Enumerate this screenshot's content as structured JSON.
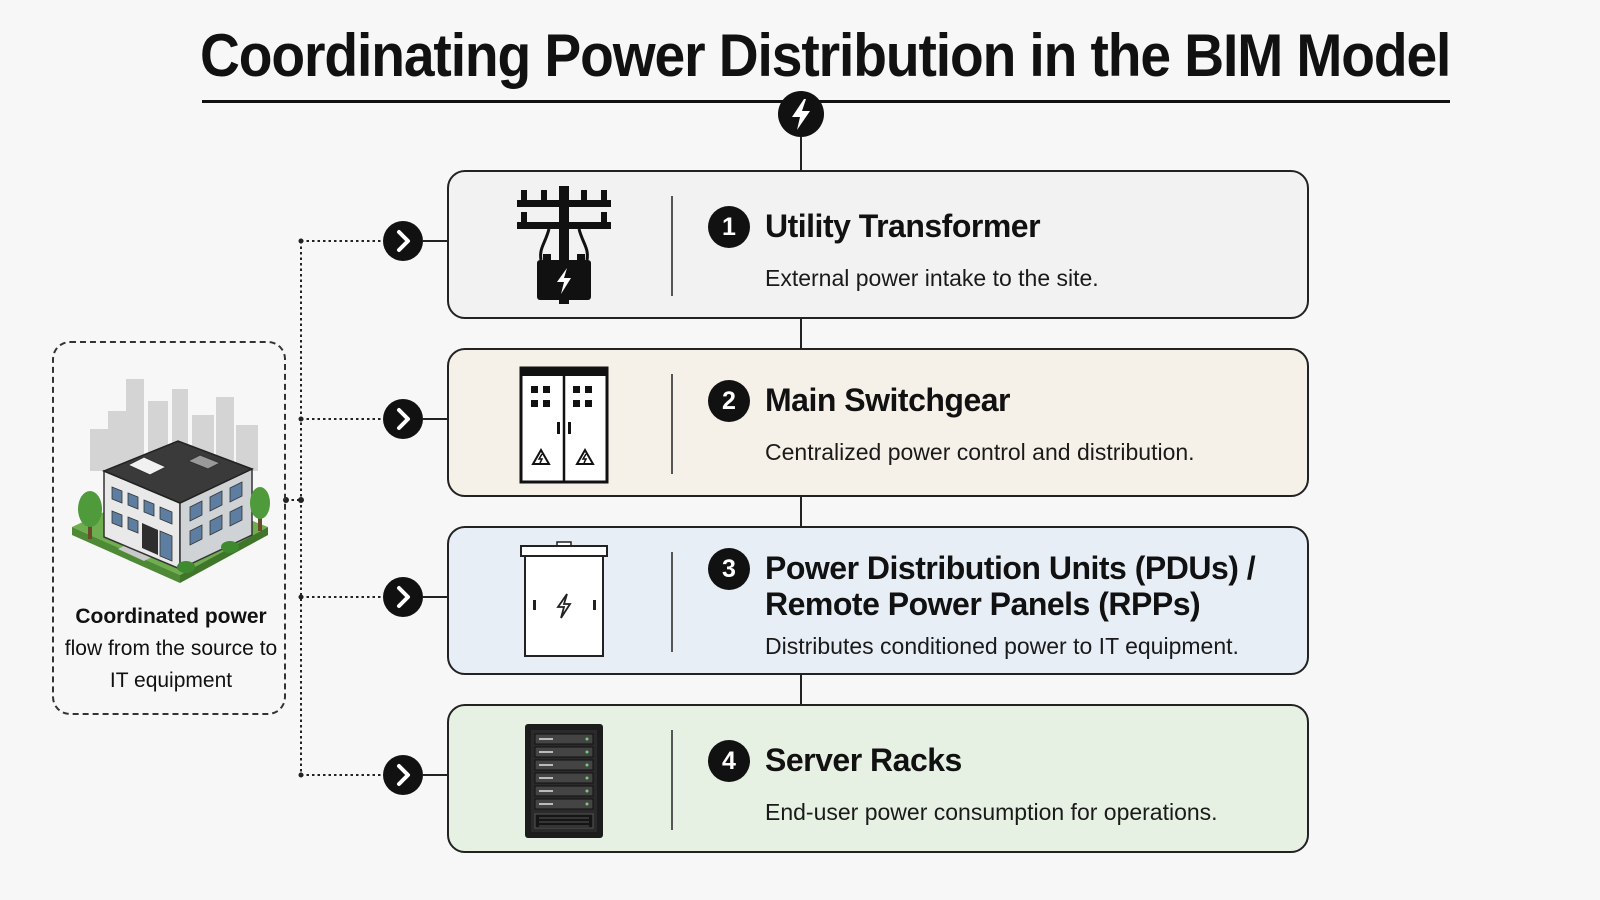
{
  "title": "Coordinating Power Distribution in the BIM Model",
  "summary": {
    "heading": "Coordinated power",
    "text": "flow from the source to IT equipment"
  },
  "steps": [
    {
      "number": "1",
      "title": "Utility Transformer",
      "description": "External power intake to the site.",
      "icon": "utility-pole-transformer-icon",
      "background": "#f2f2f2"
    },
    {
      "number": "2",
      "title": "Main Switchgear",
      "description": "Centralized power control and distribution.",
      "icon": "switchgear-cabinet-icon",
      "background": "#f6f1e8"
    },
    {
      "number": "3",
      "title": "Power Distribution Units (PDUs) / Remote Power Panels (RPPs)",
      "description": "Distributes conditioned power to IT equipment.",
      "icon": "distribution-panel-icon",
      "background": "#e7eef6"
    },
    {
      "number": "4",
      "title": "Server Racks",
      "description": "End-user power consumption for operations.",
      "icon": "server-rack-icon",
      "background": "#e6f1e3"
    }
  ],
  "colors": {
    "accent": "#111111",
    "building_green": "#6fae4f"
  }
}
